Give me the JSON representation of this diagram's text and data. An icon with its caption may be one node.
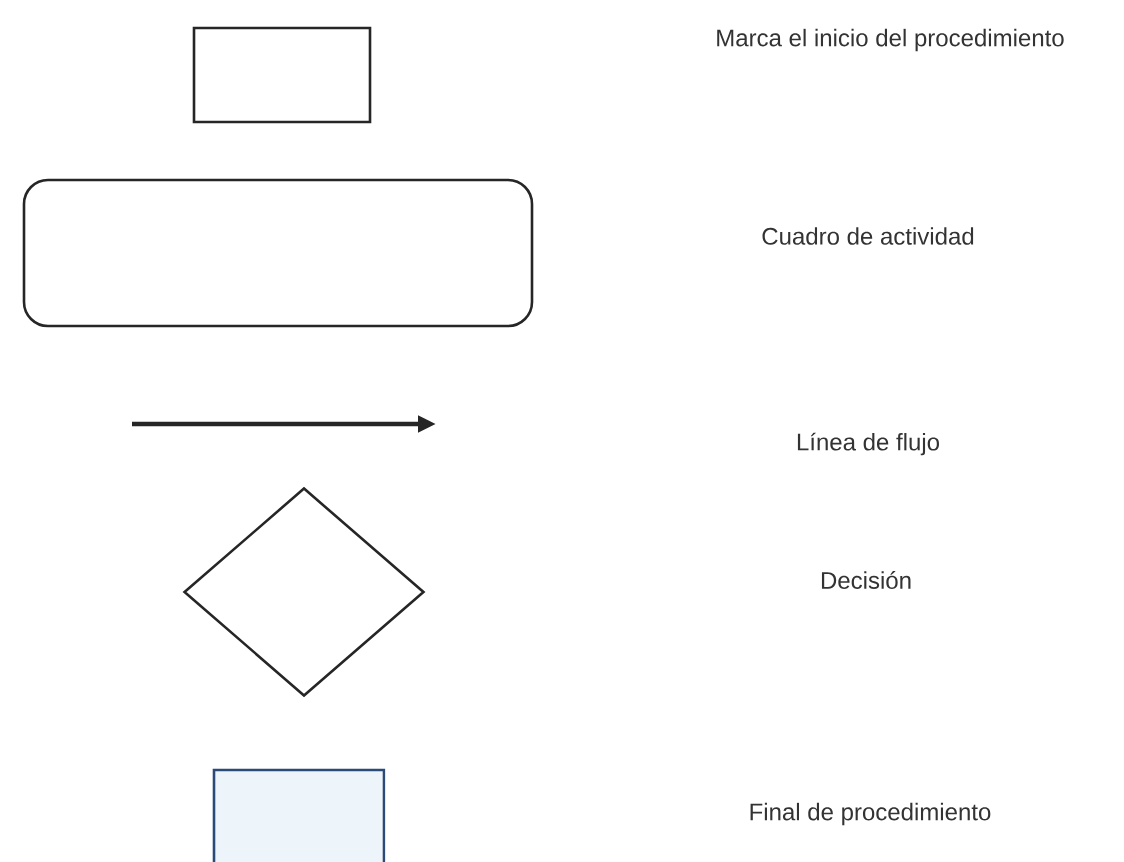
{
  "diagram": {
    "nodes": [
      {
        "text": [],
        "shape": "box"
      },
      {
        "text": [],
        "shape": "box"
      },
      {
        "text": [],
        "shape": "diamond"
      },
      {
        "text": [],
        "shape": "box"
      }
    ],
    "labels": [
      "Marca el inicio del procedimiento",
      "Cuadro de actividad",
      "Línea de flujo",
      "Decisión",
      "Final de procedimiento"
    ]
  }
}
